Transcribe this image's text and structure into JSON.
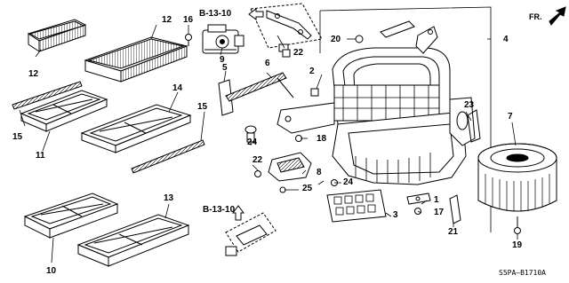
{
  "diagram": {
    "reference_top": "B-13-10",
    "reference_bottom": "B-13-10",
    "direction_label": "FR.",
    "diagram_code": "S5PA–B1710A",
    "callouts": {
      "n1": "1",
      "n2": "2",
      "n3": "3",
      "n4": "4",
      "n5": "5",
      "n6": "6",
      "n7": "7",
      "n8": "8",
      "n9": "9",
      "n10": "10",
      "n11": "11",
      "n12a": "12",
      "n12b": "12",
      "n13": "13",
      "n14": "14",
      "n15a": "15",
      "n15b": "15",
      "n16": "16",
      "n17": "17",
      "n18": "18",
      "n19": "19",
      "n20": "20",
      "n21": "21",
      "n22a": "22",
      "n22b": "22",
      "n23": "23",
      "n24a": "24",
      "n24b": "24",
      "n25": "25"
    }
  }
}
